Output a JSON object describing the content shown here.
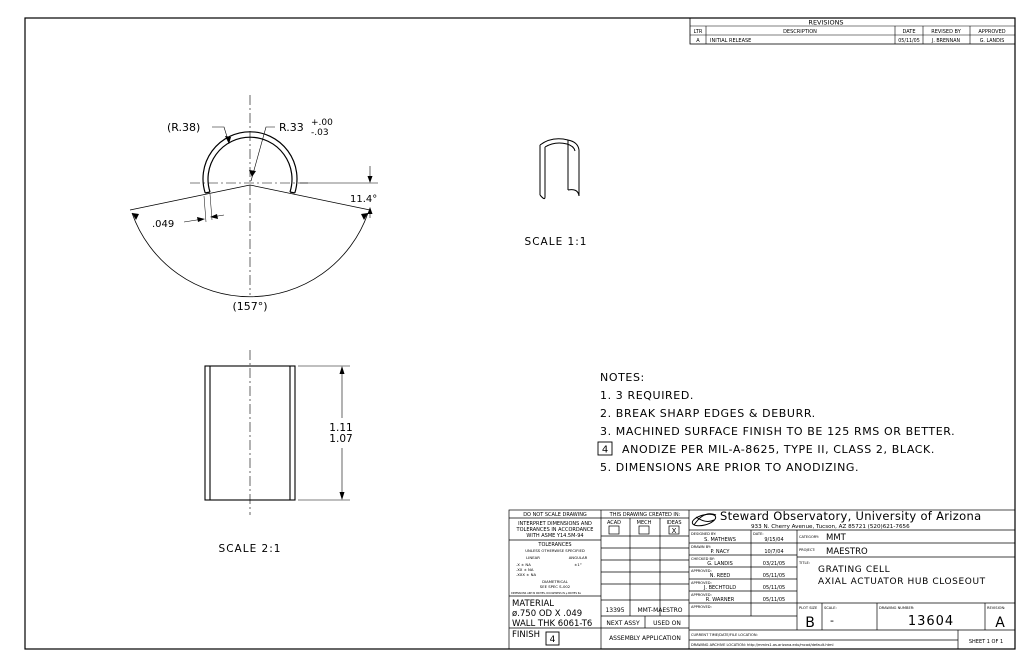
{
  "revisions": {
    "title": "REVISIONS",
    "headers": {
      "ltr": "LTR",
      "description": "DESCRIPTION",
      "date": "DATE",
      "revised_by": "REVISED BY",
      "approved": "APPROVED"
    },
    "rows": [
      {
        "ltr": "A",
        "description": "INITIAL RELEASE",
        "date": "05/11/05",
        "revised_by": "J. BRENNAN",
        "approved": "G. LANDIS"
      }
    ]
  },
  "views": {
    "top": {
      "dim_r38": "(R.38)",
      "dim_r33": "R.33",
      "tol_plus": "+.00",
      "tol_minus": "-.03",
      "dim_angle": "11.4°",
      "dim_thickness": ".049",
      "dim_arc": "(157°)"
    },
    "iso": {
      "scale_label": "SCALE 1:1"
    },
    "side": {
      "dim_max": "1.11",
      "dim_min": "1.07",
      "scale_label": "SCALE 2:1"
    }
  },
  "notes": {
    "title": "NOTES:",
    "items": [
      "1. 3 REQUIRED.",
      "2. BREAK SHARP EDGES & DEBURR.",
      "3. MACHINED SURFACE FINISH TO BE 125 RMS OR BETTER.",
      "ANODIZE PER MIL-A-8625, TYPE II, CLASS 2, BLACK.",
      "5. DIMENSIONS ARE PRIOR TO ANODIZING."
    ],
    "flag_number": "4"
  },
  "title_block": {
    "do_not_scale": "DO NOT SCALE DRAWING",
    "interpret_1": "INTERPRET DIMENSIONS AND",
    "interpret_2": "TOLERANCES IN ACCORDANCE",
    "interpret_3": "WITH ASME Y14.5M-94",
    "tolerances": "TOLERANCES",
    "unless": "UNLESS OTHERWISE SPECIFIED",
    "linear": "LINEAR",
    "angular": "ANGULAR",
    "tol_x": ".X   ± NA",
    "tol_xx": ".XX  ± NA",
    "tol_xxx": ".XXX ± NA",
    "tol_ang": "±1°",
    "diametrical": "DIAMETRICAL",
    "see_spec": "SEE SPEC S-002",
    "small_print": "DIMENSIONS ARE IN INCHES, ROUGHNESS IN µ INCHES Ra",
    "material_label": "MATERIAL",
    "material_1": "ø.750 OD X .049",
    "material_2": "WALL THK  6061-T6",
    "finish_label": "FINISH",
    "finish_flag": "4",
    "created_in": "THIS DRAWING CREATED IN:",
    "acad": "ACAD",
    "mech": "MECH",
    "ideas": "IDEAS",
    "ideas_mark": "X",
    "next_assy_no": "13395",
    "next_assy_name": "MMT-MAESTRO",
    "next_assy": "NEXT ASSY",
    "used_on": "USED ON",
    "assembly_application": "ASSEMBLY APPLICATION",
    "org_name": "Steward Observatory, University of Arizona",
    "org_address": "933 N. Cherry Avenue, Tucson, AZ  85721  (520)621-7656",
    "designed_by_label": "DESIGNED BY:",
    "designed_by": "S. MATHEWS",
    "date_label": "DATE:",
    "designed_date": "9/15/04",
    "drawn_by_label": "DRAWN BY:",
    "drawn_by": "P. NACY",
    "drawn_date": "10/7/04",
    "checked_by_label": "CHECKED BY:",
    "checked_by": "G. LANDIS",
    "checked_date": "03/21/05",
    "approved1_label": "APPROVED:",
    "approved1": "N. REED",
    "approved1_date": "05/11/05",
    "approved2_label": "APPROVED:",
    "approved2": "J. BECHTOLD",
    "approved2_date": "05/11/05",
    "approved3_label": "APPROVED:",
    "approved3": "R. WARNER",
    "approved3_date": "05/11/05",
    "approved4_label": "APPROVED:",
    "category_label": "CATEGORY:",
    "category": "MMT",
    "project_label": "PROJECT:",
    "project": "MAESTRO",
    "title_label": "TITLE:",
    "title_1": "GRATING CELL",
    "title_2": "AXIAL ACTUATOR HUB CLOSEOUT",
    "plot_size_label": "PLOT SIZE",
    "plot_size": "B",
    "scale_label": "SCALE:",
    "scale": "-",
    "drawing_number_label": "DRAWING NUMBER:",
    "drawing_number": "13604",
    "revision_label": "REVISION:",
    "revision": "A",
    "current_time_label": "CURRENT TIME/DATE/FILE LOCATION:",
    "archive_location": "DRAWING ARCHIVE LOCATION: http://mmirs1.as.arizona.edu/mcad/default.html",
    "sheet": "SHEET 1 OF 1"
  }
}
